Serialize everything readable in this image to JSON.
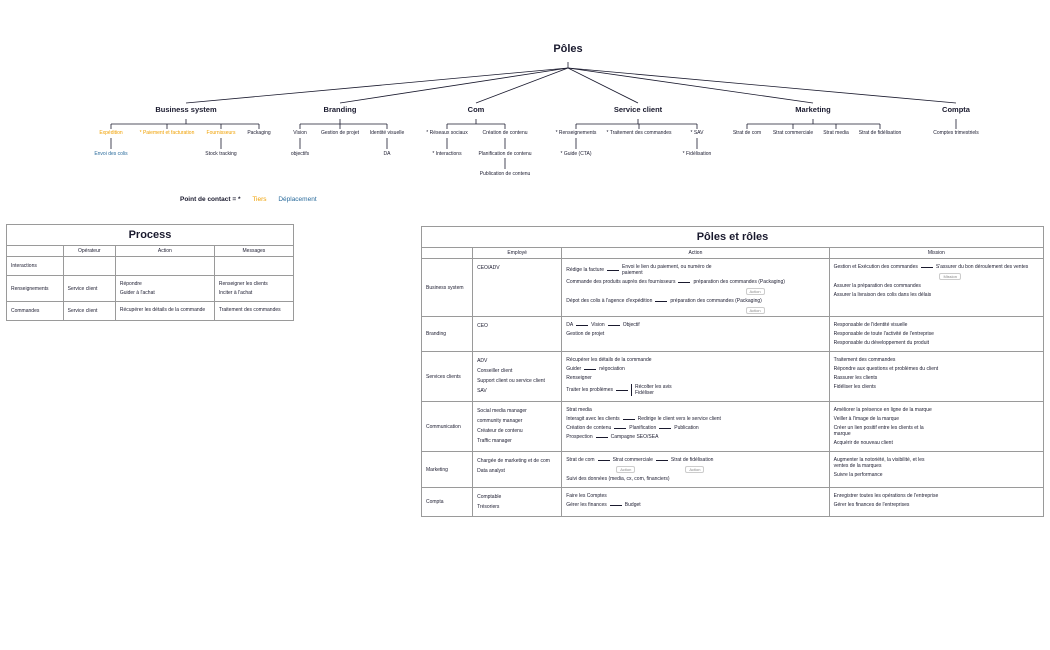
{
  "tree": {
    "root": "Pôles",
    "poles": [
      {
        "name": "Business system",
        "children": [
          {
            "label": "Expédition",
            "style": "orange",
            "sub": [
              {
                "label": "Envoi des colis",
                "style": "blue"
              }
            ]
          },
          {
            "label": "* Paiement et facturation",
            "style": "orange"
          },
          {
            "label": "Fournisseurs",
            "style": "orange",
            "sub": [
              {
                "label": "Stock tracking"
              }
            ]
          },
          {
            "label": "Packaging"
          }
        ]
      },
      {
        "name": "Branding",
        "children": [
          {
            "label": "Vision",
            "sub": [
              {
                "label": "objectifs"
              }
            ]
          },
          {
            "label": "Gestion de projet"
          },
          {
            "label": "Identité visuelle",
            "sub": [
              {
                "label": "DA"
              }
            ]
          }
        ]
      },
      {
        "name": "Com",
        "children": [
          {
            "label": "* Réseaux sociaux",
            "sub": [
              {
                "label": "* Interactions"
              }
            ]
          },
          {
            "label": "Création de contenu",
            "sub": [
              {
                "label": "Planification de contenu"
              },
              {
                "label": "Publication de contenu"
              }
            ]
          }
        ]
      },
      {
        "name": "Service client",
        "children": [
          {
            "label": "* Renseignements",
            "sub": [
              {
                "label": "* Guide (CTA)"
              }
            ]
          },
          {
            "label": "* Traitement des commandes"
          },
          {
            "label": "* SAV",
            "sub": [
              {
                "label": "* Fidélisation"
              }
            ]
          }
        ]
      },
      {
        "name": "Marketing",
        "children": [
          {
            "label": "Strat de com"
          },
          {
            "label": "Strat commerciale"
          },
          {
            "label": "Strat media"
          },
          {
            "label": "Strat de fidélisation"
          }
        ]
      },
      {
        "name": "Compta",
        "children": [
          {
            "label": "Comptes trimestriels"
          }
        ]
      }
    ]
  },
  "legend": {
    "label": "Point de contact = *",
    "tiers": "Tiers",
    "deplacement": "Déplacement"
  },
  "colors": {
    "orange": "#f0a000",
    "blue": "#2a6b9c",
    "line": "#1a1a2e"
  },
  "process": {
    "title": "Process",
    "headers": [
      "",
      "Opérateur",
      "Action",
      "Messages"
    ],
    "rows": [
      {
        "name": "Interactions",
        "operator": "",
        "actions": [],
        "messages": []
      },
      {
        "name": "Renseignements",
        "operator": "Service client",
        "actions": [
          "Répondre",
          "Guider à l'achat"
        ],
        "messages": [
          "Renseigner les clients",
          "Inciter à l'achat"
        ]
      },
      {
        "name": "Commandes",
        "operator": "Service client",
        "actions": [
          "Récupérer les détails de la commande"
        ],
        "messages": [
          "Traitement des commandes"
        ]
      }
    ]
  },
  "roles": {
    "title": "Pôles et rôles",
    "headers": [
      "",
      "Employé",
      "Action",
      "Mission"
    ],
    "rows": [
      {
        "name": "Business system",
        "employees": [
          "CEO/ADV"
        ],
        "actions": [
          {
            "text": "Rédige la facture",
            "link": "Envoi le lien du paiement, ou numéro de paiement"
          },
          {
            "text": "Commande des produits auprès des fournisseurs",
            "link": "préparation des commandes (Packaging)",
            "badge": "Action"
          },
          {
            "text": "Dépot des colis à l'agence d'expédition",
            "link": "préparation des commandes (Packaging)",
            "badge": "Action"
          }
        ],
        "missions": [
          {
            "text": "Gestion et Exécution des commandes",
            "link": "S'assurer du bon déroulement des ventes",
            "badge": "Mission"
          },
          {
            "text": "Assurer la préparation des commandes"
          },
          {
            "text": "Assurer la livraison des colis dans les délais"
          }
        ]
      },
      {
        "name": "Branding",
        "employees": [
          "CEO"
        ],
        "actions": [
          {
            "chain": [
              "DA",
              "Vision",
              "Objectif"
            ]
          },
          {
            "text": "Gestion de projet"
          }
        ],
        "missions": [
          {
            "text": "Responsable de l'identité visuelle"
          },
          {
            "text": "Responsable de toute l'activité de l'entreprise"
          },
          {
            "text": "Responsable du développement du produit"
          }
        ]
      },
      {
        "name": "Services clients",
        "employees": [
          "ADV",
          "Conseiller client",
          "Support client ou service client",
          "SAV"
        ],
        "actions": [
          {
            "text": "Récupérer les détails de la commande"
          },
          {
            "text": "Guider",
            "link": "négociation"
          },
          {
            "text": "Renseigner"
          },
          {
            "text": "Traiter les problèmes",
            "branches": [
              "Récolter les avis",
              "Fidéliser"
            ]
          }
        ],
        "missions": [
          {
            "text": "Traitement des commandes"
          },
          {
            "text": "Répondre aux questions et problèmes du client"
          },
          {
            "text": "Rassurer les clients"
          },
          {
            "text": "Fidéliser les clients"
          }
        ]
      },
      {
        "name": "Communication",
        "employees": [
          "Social media manager",
          "community manager",
          "Créateur de contenu",
          "Traffic manager"
        ],
        "actions": [
          {
            "text": "Strat media"
          },
          {
            "text": "Interagit avec les clients",
            "link": "Redirige le client vers le service client"
          },
          {
            "chain": [
              "Création de contenu",
              "Planification",
              "Publication"
            ]
          },
          {
            "text": "Prospection",
            "link": "Campagne SEO/SEA"
          }
        ],
        "missions": [
          {
            "text": "Améliorer la présence en ligne de la marque"
          },
          {
            "text": "Veiller à l'image de la marque"
          },
          {
            "text": "Créer un lien positif entre les clients et la marque"
          },
          {
            "text": "Acquérir de nouveau client"
          }
        ]
      },
      {
        "name": "Marketing",
        "employees": [
          "Chargée de marketing et de com",
          "Data analyst"
        ],
        "actions": [
          {
            "chain": [
              "Strat de com",
              "Strat commerciale",
              "Strat de fidélisation"
            ],
            "badges": [
              "Action",
              "Action"
            ]
          },
          {
            "text": "Suivi des données (media, cx, com, financiers)"
          }
        ],
        "missions": [
          {
            "text": "Augmenter la notoriété, la visibilité, et les ventes de la marques"
          },
          {
            "text": "Suivre la performance"
          }
        ]
      },
      {
        "name": "Compta",
        "employees": [
          "Comptable",
          "Trésoriers"
        ],
        "actions": [
          {
            "text": "Faire les Comptes"
          },
          {
            "text": "Gérer les finances",
            "link": "Budget"
          }
        ],
        "missions": [
          {
            "text": "Enregistrer toutes les opérations de l'entreprise"
          },
          {
            "text": "Gérer les finances de l'entreprises"
          }
        ]
      }
    ]
  }
}
